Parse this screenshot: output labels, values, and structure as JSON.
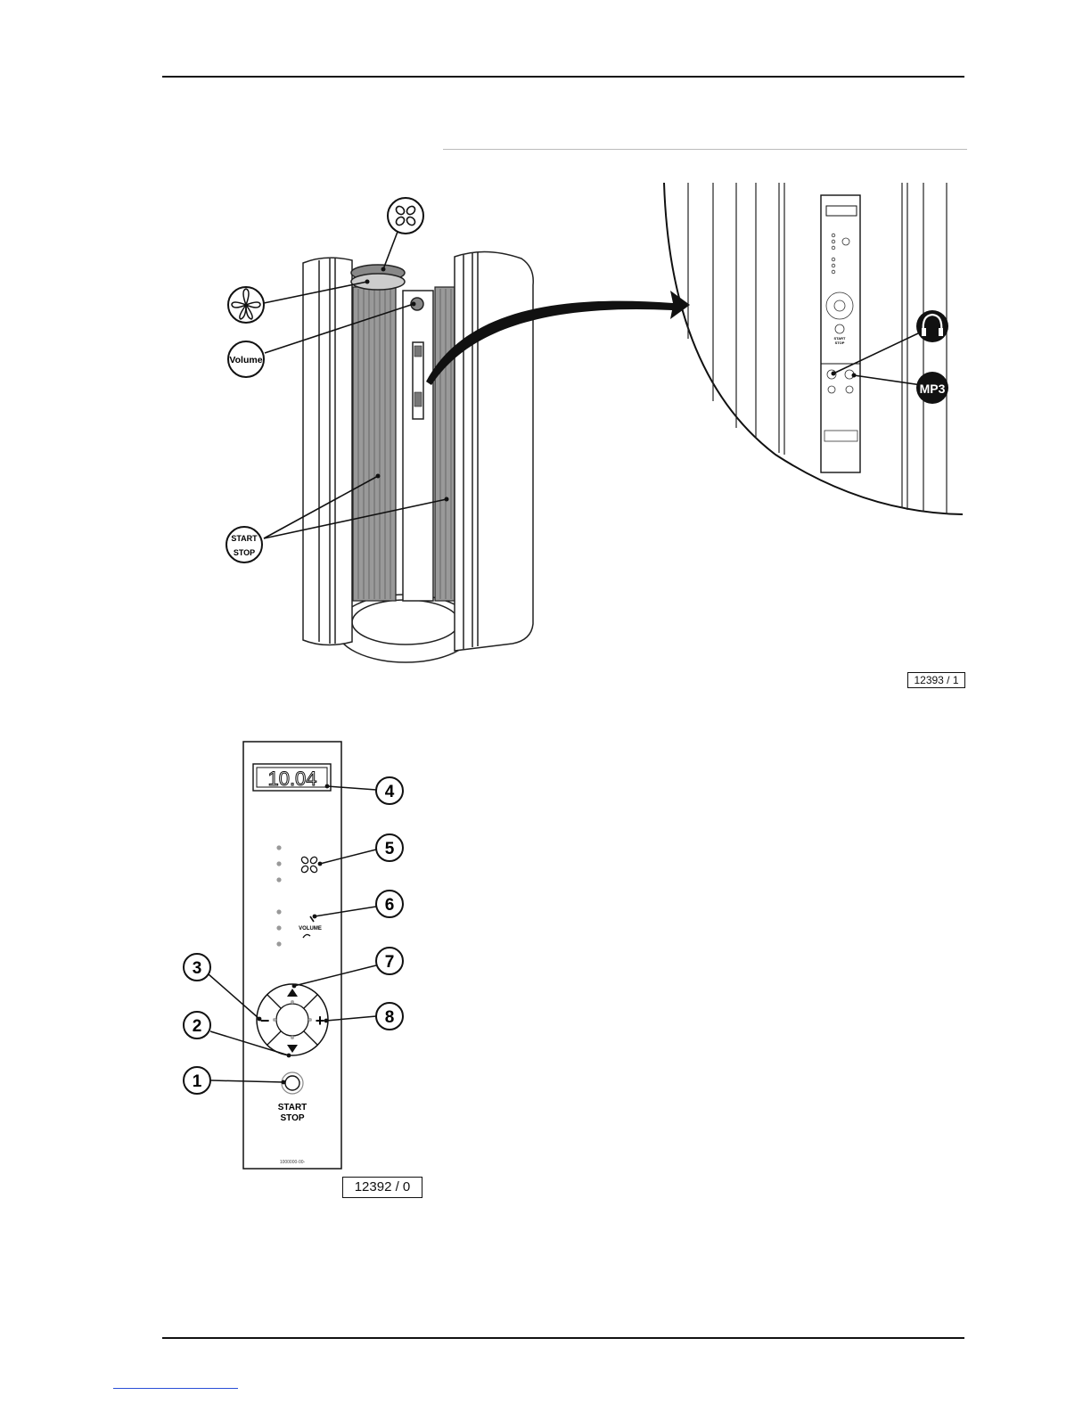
{
  "figure_top": {
    "callouts": {
      "fan": "fan-icon",
      "aroma": "aroma-flower-icon",
      "volume": "Volume",
      "start": "START",
      "stop": "STOP",
      "headphones": "headphones-icon",
      "mp3": "MP3"
    },
    "detail_panel": {
      "start": "START",
      "stop": "STOP"
    },
    "reference": "12393 / 1"
  },
  "figure_bottom": {
    "display_value": "10.04",
    "volume_label": "VOLUME",
    "start_label": "START",
    "stop_label": "STOP",
    "minus": "−",
    "plus": "+",
    "serial": "1000000-00-",
    "callouts": [
      "1",
      "2",
      "3",
      "4",
      "5",
      "6",
      "7",
      "8"
    ],
    "reference": "12392 / 0"
  }
}
